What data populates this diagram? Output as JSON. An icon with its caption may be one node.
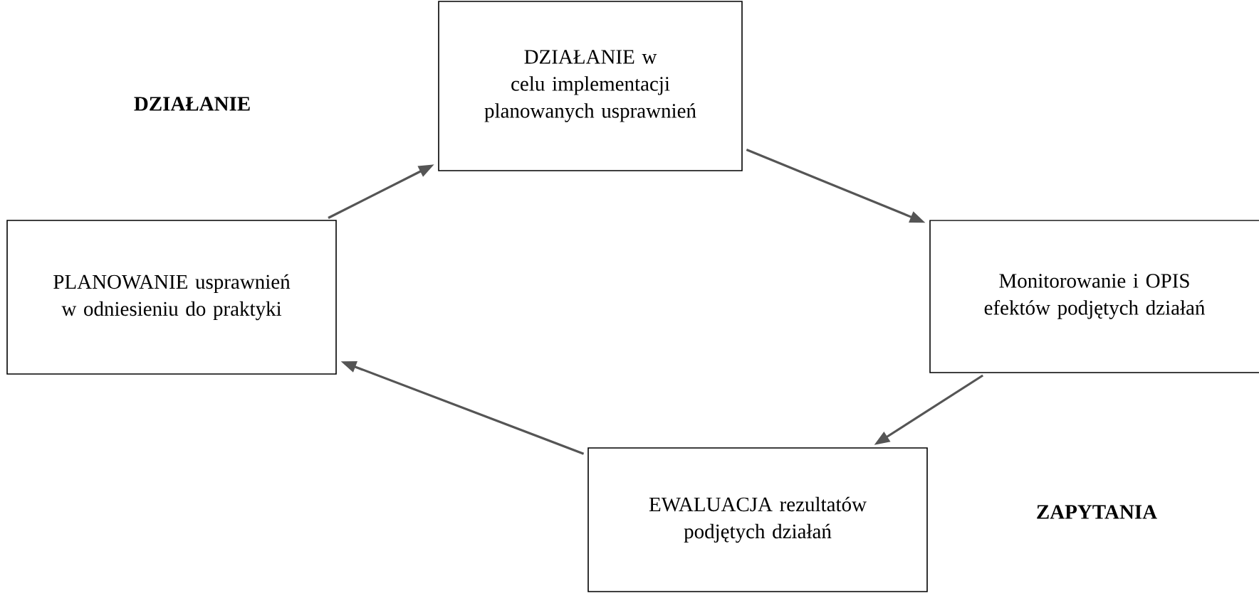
{
  "diagram": {
    "nodes": [
      {
        "text": [
          "DZIAŁANIE w celu implementacji planowanych usprawnień"
        ]
      },
      {
        "text": [
          "PLANOWANIE usprawnień w odniesieniu do praktyki"
        ]
      },
      {
        "text": [
          "Monitorowanie i OPIS efektów podjętych działań"
        ]
      },
      {
        "text": [
          "EWALUACJA rezultatów podjętych działań"
        ]
      }
    ],
    "edges": [
      {
        "from": 1,
        "to": 0,
        "arrow": "to"
      },
      {
        "from": 0,
        "to": 2,
        "arrow": "to"
      },
      {
        "from": 2,
        "to": 3,
        "arrow": "to"
      },
      {
        "from": 3,
        "to": 1,
        "arrow": "to"
      }
    ],
    "labels": [
      "DZIAŁANIE",
      "ZAPYTANIA"
    ]
  }
}
